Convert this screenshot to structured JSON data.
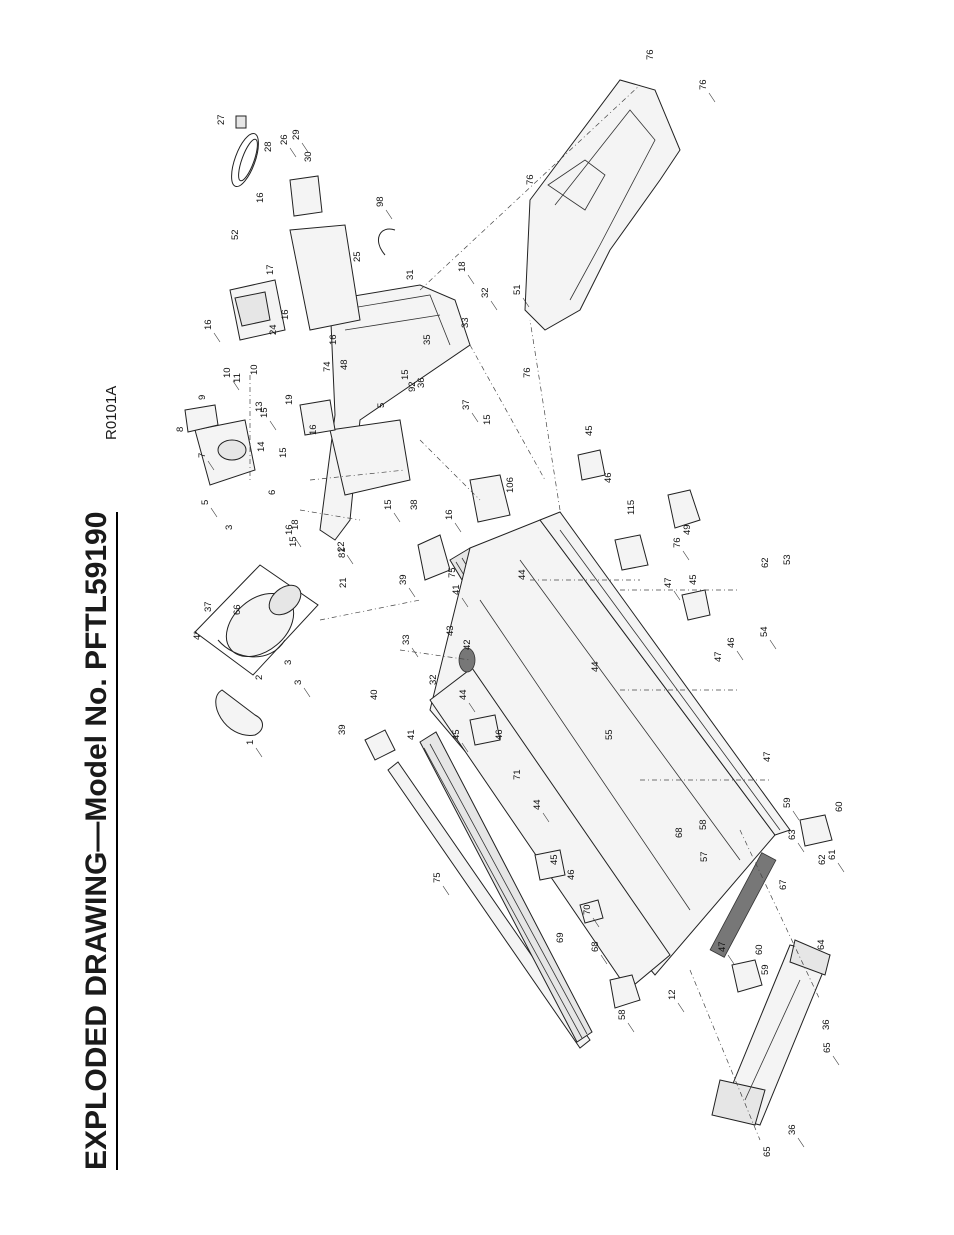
{
  "header": {
    "title": "EXPLODED DRAWING—Model No. PFTL59190",
    "drawing_code": "R0101A"
  },
  "diagram": {
    "part_numbers": [
      "1",
      "2",
      "3",
      "3",
      "3",
      "4*",
      "5",
      "5",
      "6",
      "7",
      "8",
      "9",
      "10",
      "10",
      "11",
      "12",
      "13",
      "14",
      "15",
      "15",
      "15",
      "15",
      "15",
      "15",
      "16",
      "16",
      "16",
      "16",
      "16",
      "16",
      "16",
      "17",
      "18",
      "18",
      "19",
      "21",
      "22",
      "24",
      "25",
      "26",
      "27",
      "28",
      "29",
      "30",
      "31",
      "32",
      "32",
      "33",
      "33",
      "35",
      "36",
      "36",
      "36",
      "37",
      "37",
      "38",
      "39",
      "39",
      "40",
      "41",
      "41",
      "42",
      "43",
      "44",
      "44",
      "44",
      "44",
      "45",
      "45",
      "45",
      "45",
      "46",
      "46",
      "46",
      "46",
      "47",
      "47",
      "47",
      "47",
      "48",
      "49",
      "51",
      "52",
      "53",
      "54",
      "55",
      "57",
      "58",
      "58",
      "59",
      "59",
      "60",
      "60",
      "61",
      "62",
      "62",
      "63",
      "64",
      "65",
      "65",
      "66",
      "67",
      "68",
      "68",
      "69",
      "70",
      "71",
      "74",
      "75",
      "75",
      "76",
      "76",
      "76",
      "76",
      "76",
      "81",
      "92",
      "98",
      "106",
      "115"
    ]
  }
}
